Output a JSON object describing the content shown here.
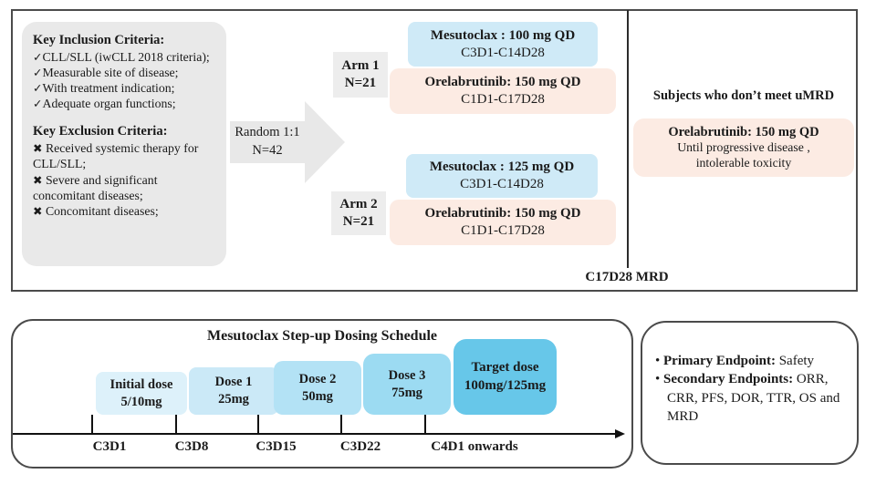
{
  "top_panel": {
    "criteria": {
      "inclusion_title": "Key Inclusion Criteria:",
      "check": "✓",
      "cross": "✖",
      "inclusion": [
        "CLL/SLL (iwCLL 2018 criteria);",
        "Measurable site of disease;",
        "With treatment indication;",
        "Adequate organ functions;"
      ],
      "exclusion_title": "Key Exclusion Criteria:",
      "exclusion": [
        "Received systemic therapy for CLL/SLL;",
        "Severe and significant concomitant diseases;",
        "Concomitant diseases;"
      ]
    },
    "random": {
      "line1": "Random 1:1",
      "line2": "N=42"
    },
    "arm1": {
      "label1": "Arm 1",
      "label2": "N=21",
      "mesu_title": "Mesutoclax : 100 mg QD",
      "mesu_sub": "C3D1-C14D28",
      "orel_title": "Orelabrutinib: 150 mg QD",
      "orel_sub": "C1D1-C17D28"
    },
    "arm2": {
      "label1": "Arm 2",
      "label2": "N=21",
      "mesu_title": "Mesutoclax : 125 mg QD",
      "mesu_sub": "C3D1-C14D28",
      "orel_title": "Orelabrutinib: 150 mg QD",
      "orel_sub": "C1D1-C17D28"
    },
    "umrd": {
      "heading": "Subjects who don’t meet uMRD",
      "box_title": "Orelabrutinib: 150 mg QD",
      "box_line2": "Until progressive disease ,",
      "box_line3": "intolerable toxicity"
    },
    "mrd_label": "C17D28 MRD"
  },
  "dosing_panel": {
    "title": "Mesutoclax Step-up Dosing Schedule",
    "doses": [
      {
        "name": "Initial dose",
        "amount": "5/10mg",
        "tick": "C3D1",
        "color": "#ddf1fa"
      },
      {
        "name": "Dose 1",
        "amount": "25mg",
        "tick": "C3D8",
        "color": "#cbe9f7"
      },
      {
        "name": "Dose 2",
        "amount": "50mg",
        "tick": "C3D15",
        "color": "#b3e2f5"
      },
      {
        "name": "Dose 3",
        "amount": "75mg",
        "tick": "C3D22",
        "color": "#9cdbf2"
      },
      {
        "name": "Target dose",
        "amount": "100mg/125mg",
        "tick": "C4D1 onwards",
        "color": "#67c7e9"
      }
    ]
  },
  "endpoints_panel": {
    "bullet": "•",
    "primary_label": "Primary Endpoint:",
    "primary_value": " Safety",
    "secondary_label": "Secondary Endpoints:",
    "secondary_value": " ORR, CRR, PFS, DOR, TTR, OS and MRD"
  },
  "colors": {
    "blue_box": "#cfeaf7",
    "pink_box": "#fcebe3",
    "gray_box": "#e9e9e9",
    "arm_label_box": "#ededed",
    "arrow": "#e8e8e8"
  }
}
